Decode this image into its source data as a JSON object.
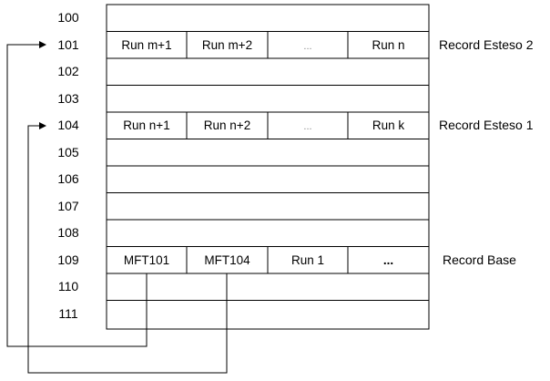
{
  "colors": {
    "line": "#000000",
    "background": "#ffffff"
  },
  "row_numbers": [
    "100",
    "101",
    "102",
    "103",
    "104",
    "105",
    "106",
    "107",
    "108",
    "109",
    "110",
    "111"
  ],
  "rows": {
    "r101": {
      "cells": [
        "Run m+1",
        "Run m+2",
        "...",
        "Run n"
      ],
      "label": "Record Esteso 2"
    },
    "r104": {
      "cells": [
        "Run n+1",
        "Run n+2",
        "...",
        "Run k"
      ],
      "label": "Record Esteso 1"
    },
    "r109": {
      "cells": [
        "MFT101",
        "MFT104",
        "Run 1",
        "..."
      ],
      "label": "Record Base"
    }
  }
}
